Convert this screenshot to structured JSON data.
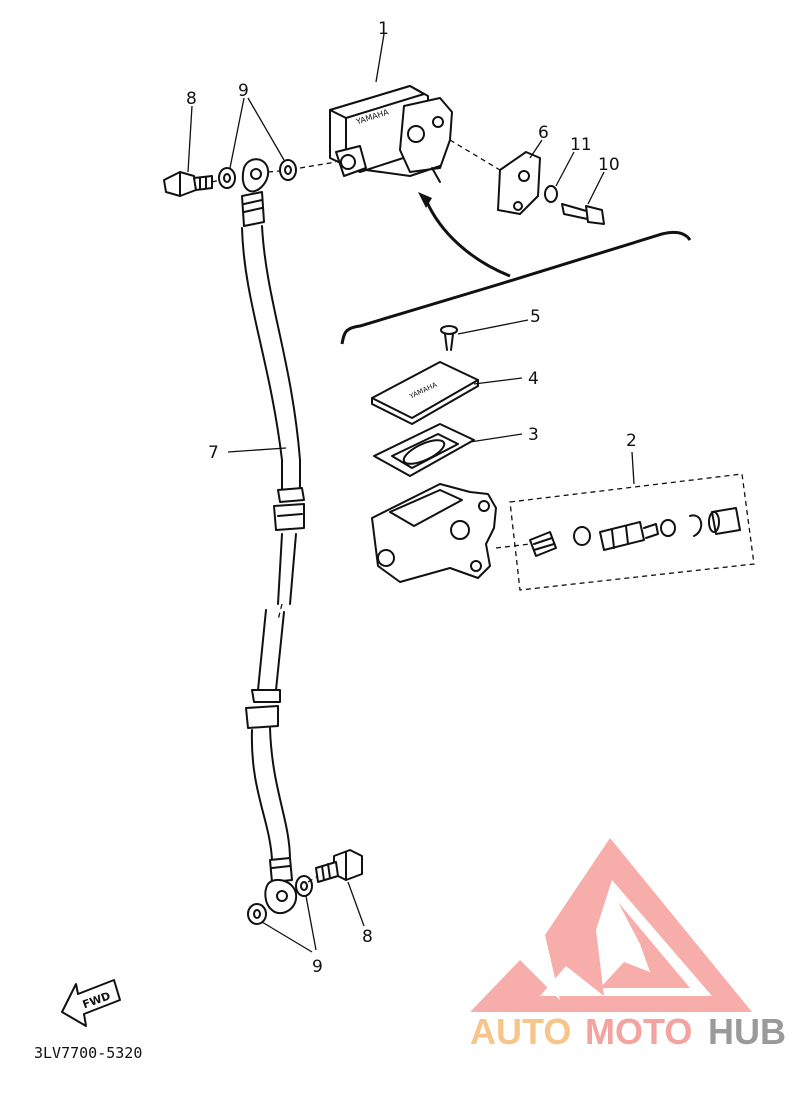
{
  "labels": {
    "l1": "1",
    "l2": "2",
    "l3": "3",
    "l4": "4",
    "l5": "5",
    "l6": "6",
    "l7": "7",
    "l8a": "8",
    "l8b": "8",
    "l9a": "9",
    "l9b": "9",
    "l10": "10",
    "l11": "11"
  },
  "cap_text": "YAMAHA",
  "fwd_text": "FWD",
  "part_code": "3LV7700-5320",
  "watermark": {
    "part1": "AUTO",
    "part2": "MOTO",
    "part3": "HUB",
    "color1": "#f7c58a",
    "color2": "#f4a3a0",
    "color3": "#9a9a9a",
    "logo_color": "#f7a9a6"
  }
}
